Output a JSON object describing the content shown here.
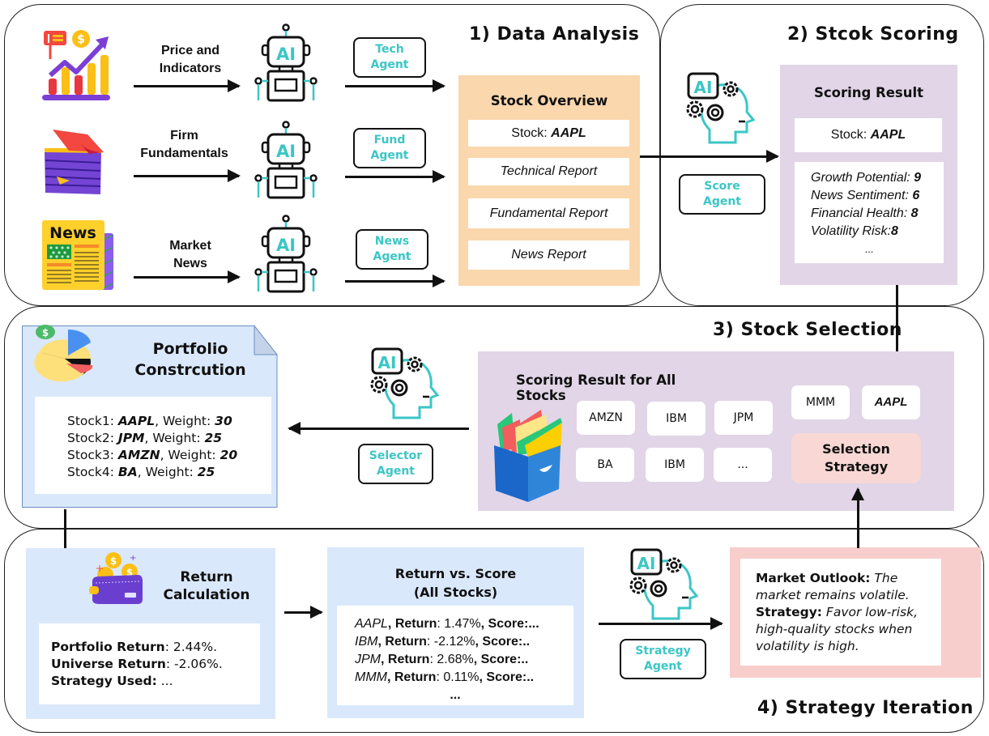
{
  "stages": {
    "data_analysis": "1) Data Analysis",
    "stock_scoring": "2) Stcok Scoring",
    "stock_selection": "3) Stock Selection",
    "strategy_iteration": "4) Strategy Iteration"
  },
  "inputs": [
    {
      "label_line1": "Price and",
      "label_line2": "Indicators",
      "icon": "chart-trend-icon",
      "agent_line1": "Tech",
      "agent_line2": "Agent"
    },
    {
      "label_line1": "Firm",
      "label_line2": "Fundamentals",
      "icon": "document-stack-icon",
      "agent_line1": "Fund",
      "agent_line2": "Agent"
    },
    {
      "label_line1": "Market",
      "label_line2": "News",
      "icon": "newspaper-icon",
      "agent_line1": "News",
      "agent_line2": "Agent"
    }
  ],
  "newspaper_icon_text": "News",
  "robot_icon_text": "AI",
  "stock_overview": {
    "title": "Stock Overview",
    "stock_prefix": "Stock: ",
    "stock": "AAPL",
    "reports": [
      "Technical Report",
      "Fundamental Report",
      "News Report"
    ]
  },
  "score_agent": {
    "line1": "Score",
    "line2": "Agent"
  },
  "scoring_result": {
    "title": "Scoring Result",
    "stock_prefix": "Stock: ",
    "stock": "AAPL",
    "metrics": [
      {
        "name": "Growth Potential: ",
        "value": "9"
      },
      {
        "name": "News Sentiment: ",
        "value": "6"
      },
      {
        "name": "Financial Health: ",
        "value": "8"
      },
      {
        "name": "Volatility Risk:",
        "value": "8"
      }
    ],
    "ellipsis": "..."
  },
  "all_stocks": {
    "title": "Scoring Result for All Stocks",
    "chips": [
      "AMZN",
      "IBM",
      "JPM",
      "BA",
      "IBM",
      "..."
    ],
    "right_chips": [
      "MMM",
      "AAPL"
    ],
    "selection_strategy_line1": "Selection",
    "selection_strategy_line2": "Strategy"
  },
  "selector_agent": {
    "line1": "Selector",
    "line2": "Agent"
  },
  "portfolio": {
    "title_line1": "Portfolio",
    "title_line2": "Constrcution",
    "holdings": [
      {
        "label": "Stock1: ",
        "ticker": "AAPL",
        "weight_label": ", Weight: ",
        "weight": "30"
      },
      {
        "label": "Stock2: ",
        "ticker": "JPM",
        "weight_label": ", Weight: ",
        "weight": "25"
      },
      {
        "label": "Stock3: ",
        "ticker": "AMZN",
        "weight_label": ", Weight: ",
        "weight": "20"
      },
      {
        "label": "Stock4: ",
        "ticker": "BA",
        "weight_label": ", Weight: ",
        "weight": "25"
      }
    ]
  },
  "return_calc": {
    "title_line1": "Return",
    "title_line2": "Calculation",
    "rows": [
      {
        "label": "Portfolio Return",
        "value": ": 2.44%."
      },
      {
        "label": "Universe Return",
        "value": ": -2.06%."
      },
      {
        "label": "Strategy Used:",
        "value": " ..."
      }
    ]
  },
  "return_vs_score": {
    "title_line1": "Return vs. Score",
    "title_line2": "(All Stocks)",
    "rows": [
      {
        "ticker": "AAPL",
        "return_label": ", Return",
        "return": ": 1.47%",
        "score_label": ", Score:...",
        "score": ""
      },
      {
        "ticker": "IBM",
        "return_label": ", Return",
        "return": ": -2.12%",
        "score_label": ", Score:..",
        "score": ""
      },
      {
        "ticker": "JPM",
        "return_label": ", Return",
        "return": ": 2.68%",
        "score_label": ", Score:..",
        "score": ""
      },
      {
        "ticker": "MMM",
        "return_label": ", Return",
        "return": ": 0.11%",
        "score_label": ", Score:..",
        "score": ""
      }
    ],
    "ellipsis": "..."
  },
  "strategy_agent": {
    "line1": "Strategy",
    "line2": "Agent"
  },
  "strategy_box": {
    "outlook_label": "Market Outlook:",
    "outlook_text": " The market remains volatile.",
    "strategy_label": "Strategy:",
    "strategy_text": " Favor low-risk, high-quality stocks when volatility is high."
  },
  "colors": {
    "agent_text": "#3cc6c6",
    "overview_bg": "#fad7ac",
    "scoring_bg": "#e1d5e7",
    "portfolio_bg": "#dae8fc",
    "strategy_bg": "#f8cecc"
  }
}
